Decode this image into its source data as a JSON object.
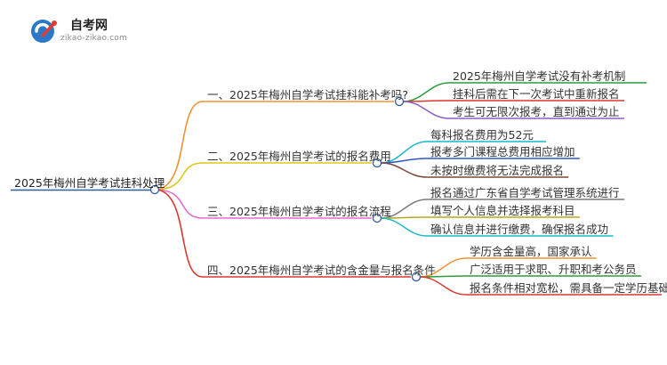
{
  "logo": {
    "title": "自考网",
    "url": "zikao-zikao.com"
  },
  "root": "2025年梅州自学考试挂科处理",
  "branches": [
    {
      "label": "一、2025年梅州自学考试挂科能补考吗?",
      "color": "#f0922f",
      "children": [
        {
          "label": "2025年梅州自学考试没有补考机制",
          "color": "#2e9a3e"
        },
        {
          "label": "挂科后需在下一次考试中重新报名",
          "color": "#d9382f"
        },
        {
          "label": "考生可无限次报考，直到通过为止",
          "color": "#8b5cc8"
        }
      ]
    },
    {
      "label": "二、2025年梅州自学考试的报名费用",
      "color": "#d8c81a",
      "children": [
        {
          "label": "每科报名费用为52元",
          "color": "#19b6cf"
        },
        {
          "label": "报考多门课程总费用相应增加",
          "color": "#2f56c8"
        },
        {
          "label": "未按时缴费将无法完成报名",
          "color": "#7a4a36"
        }
      ]
    },
    {
      "label": "三、2025年梅州自学考试的报名流程",
      "color": "#e26fc6",
      "children": [
        {
          "label": "报名通过广东省自学考试管理系统进行",
          "color": "#7a7a7a"
        },
        {
          "label": "填写个人信息并选择报考科目",
          "color": "#b3a81c"
        },
        {
          "label": "确认信息并进行缴费，确保报名成功",
          "color": "#1ab8c6"
        }
      ]
    },
    {
      "label": "四、2025年梅州自学考试的含金量与报名条件",
      "color": "#d9382f",
      "children": [
        {
          "label": "学历含金量高，国家承认",
          "color": "#f0922f"
        },
        {
          "label": "广泛适用于求职、升职和考公务员",
          "color": "#2e9a3e"
        },
        {
          "label": "报名条件相对宽松，需具备一定学历基础",
          "color": "#d9382f"
        }
      ]
    }
  ]
}
